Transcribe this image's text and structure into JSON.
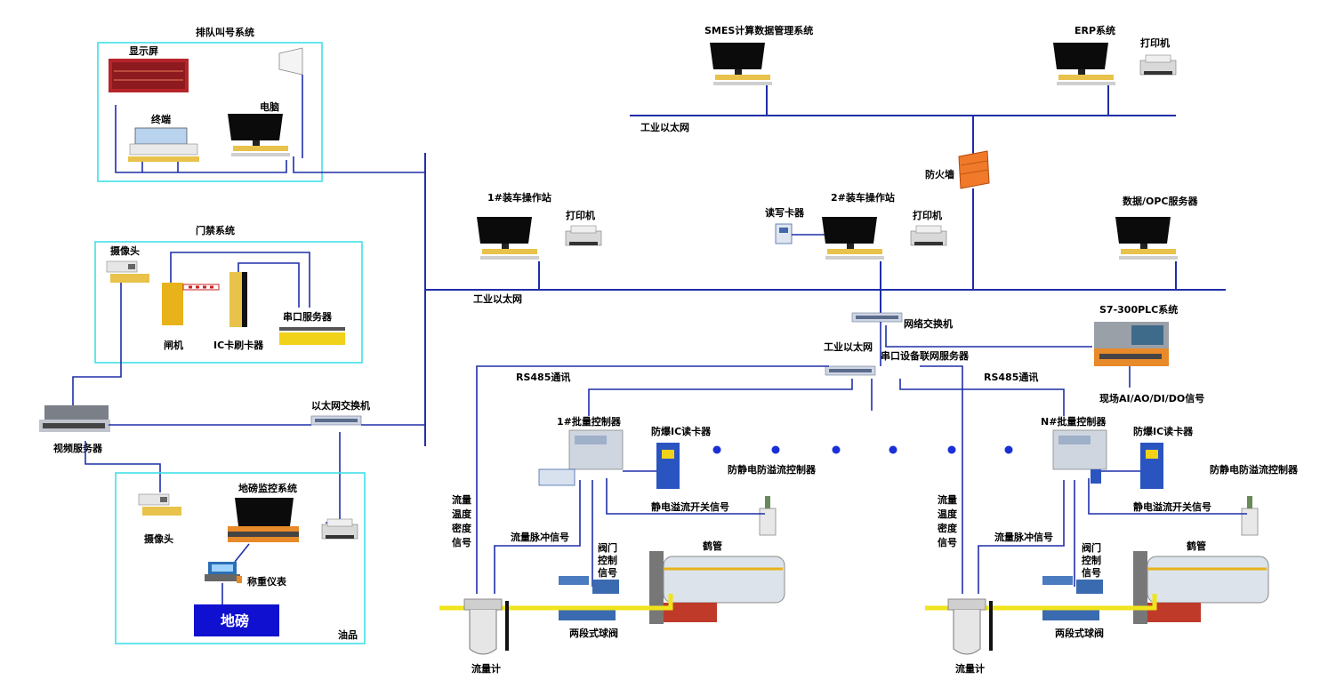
{
  "systems": {
    "queue": "排队叫号系统",
    "access": "门禁系统",
    "scale": "地磅监控系统",
    "smes": "SMES计算数据管理系统",
    "erp": "ERP系统",
    "plc": "S7-300PLC系统"
  },
  "labels": {
    "display_screen": "显示屏",
    "terminal": "终端",
    "computer": "电脑",
    "camera": "摄像头",
    "gate": "闸机",
    "ic_card_reader": "IC卡刷卡器",
    "serial_server": "串口服务器",
    "video_server": "视频服务器",
    "ethernet_switch": "以太网交换机",
    "camera2": "摄像头",
    "weighing_instrument": "称重仪表",
    "weighbridge": "地磅",
    "oil_product": "油品",
    "industrial_ethernet_top": "工业以太网",
    "printer_erp": "打印机",
    "firewall": "防火墙",
    "station1": "1#装车操作站",
    "printer1": "打印机",
    "card_reader_writer": "读写卡器",
    "station2": "2#装车操作站",
    "printer2": "打印机",
    "opc_server": "数据/OPC服务器",
    "industrial_ethernet_mid": "工业以太网",
    "network_switch": "网络交换机",
    "industrial_ethernet_small": "工业以太网",
    "serial_device_server": "串口设备联网服务器",
    "rs485_left": "RS485通讯",
    "rs485_right": "RS485通讯",
    "field_signals": "现场AI/AO/DI/DO信号",
    "batch_ctrl_1": "1#批量控制器",
    "batch_ctrl_n": "N#批量控制器",
    "ex_ic_reader_1": "防爆IC读卡器",
    "ex_ic_reader_n": "防爆IC读卡器",
    "antistatic_1": "防静电防溢流控制器",
    "antistatic_n": "防静电防溢流控制器",
    "flow_signal_1": [
      "流量",
      "温度",
      "密度",
      "信号"
    ],
    "flow_signal_n": [
      "流量",
      "温度",
      "密度",
      "信号"
    ],
    "pulse_1": "流量脉冲信号",
    "pulse_n": "流量脉冲信号",
    "valve_ctrl_1": [
      "阀门",
      "控制",
      "信号"
    ],
    "valve_ctrl_n": [
      "阀门",
      "控制",
      "信号"
    ],
    "static_switch_1": "静电溢流开关信号",
    "static_switch_n": "静电溢流开关信号",
    "crane_1": "鹤管",
    "crane_n": "鹤管",
    "ball_valve_1": "两段式球阀",
    "ball_valve_n": "两段式球阀",
    "flowmeter_1": "流量计",
    "flowmeter_n": "流量计"
  },
  "colors": {
    "network": "#1f2fa8",
    "box_border": "#40e0e8",
    "pipe": "#f0e41a",
    "firewall": "#f07a2a",
    "weighbridge": "#1010d0",
    "dots": "#1a2fd6"
  }
}
